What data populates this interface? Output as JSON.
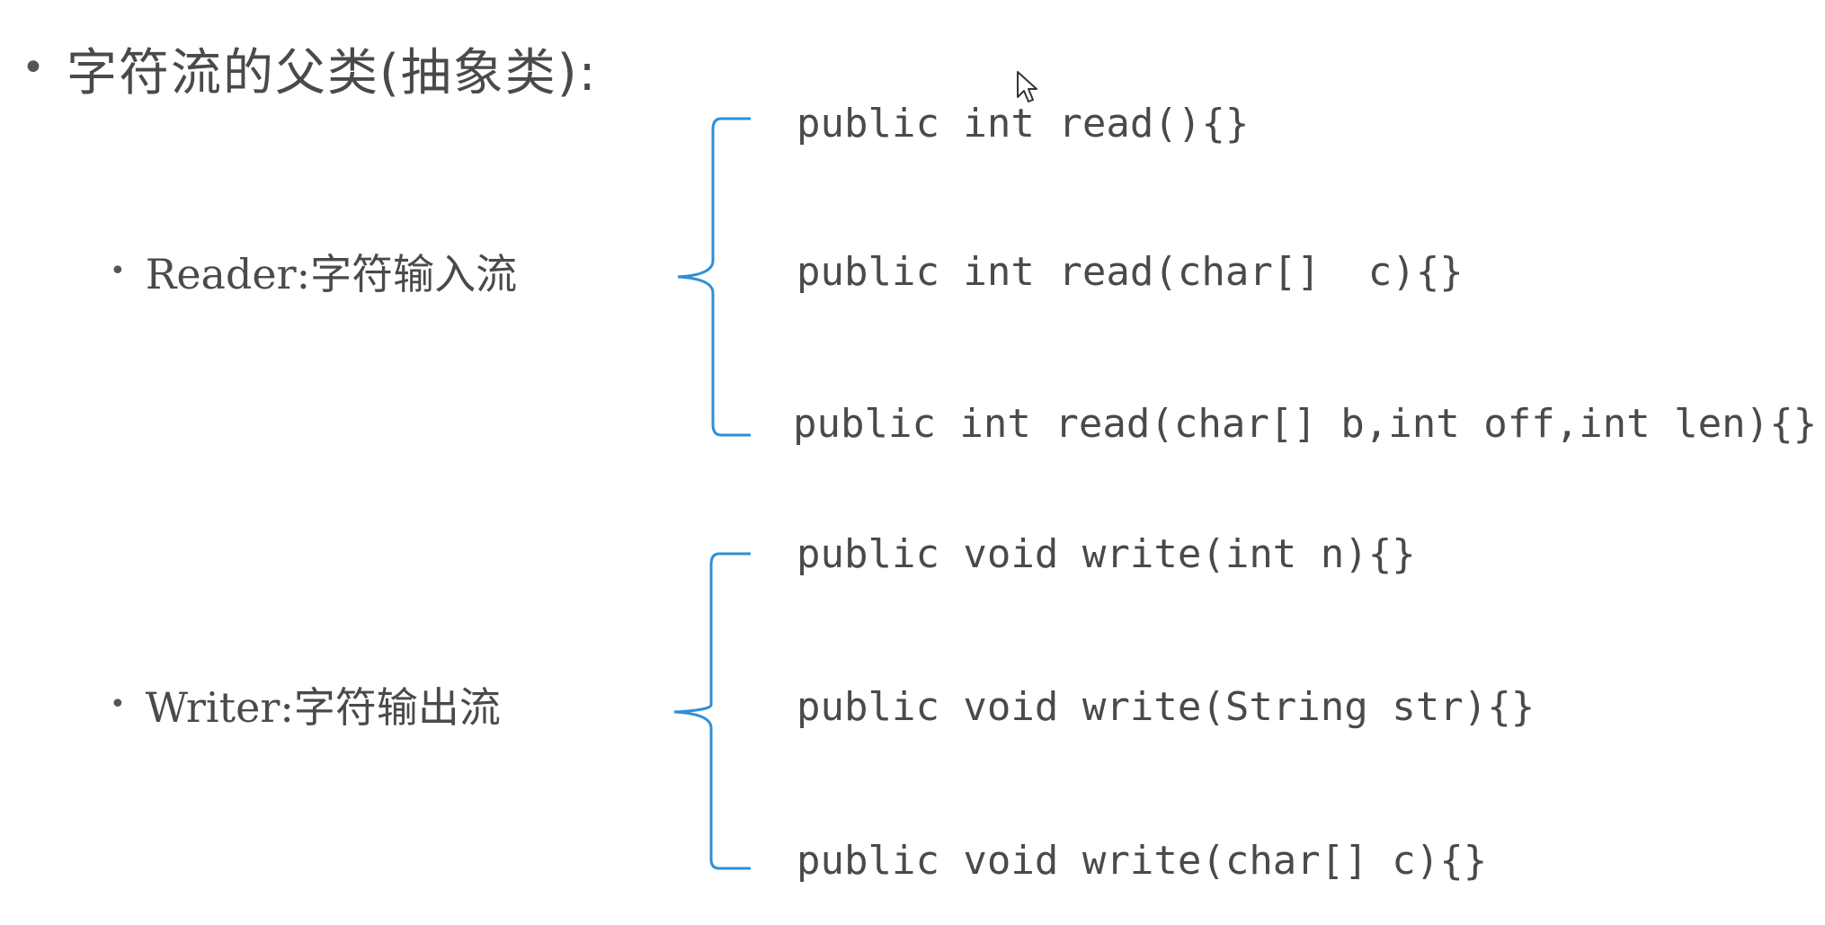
{
  "title": {
    "text": "字符流的父类(抽象类):"
  },
  "reader": {
    "label": "Reader:字符输入流",
    "methods": [
      "public int read(){}",
      "public int read(char[]  c){}",
      "public int read(char[] b,int off,int len){}"
    ]
  },
  "writer": {
    "label": "Writer:字符输出流",
    "methods": [
      "public void write(int n){}",
      "public void write(String str){}",
      "public void write(char[] c){}"
    ]
  },
  "colors": {
    "brace": "#2e8fd6",
    "text": "#4a4a4a"
  },
  "icons": {
    "cursor": "mouse-pointer-icon"
  }
}
